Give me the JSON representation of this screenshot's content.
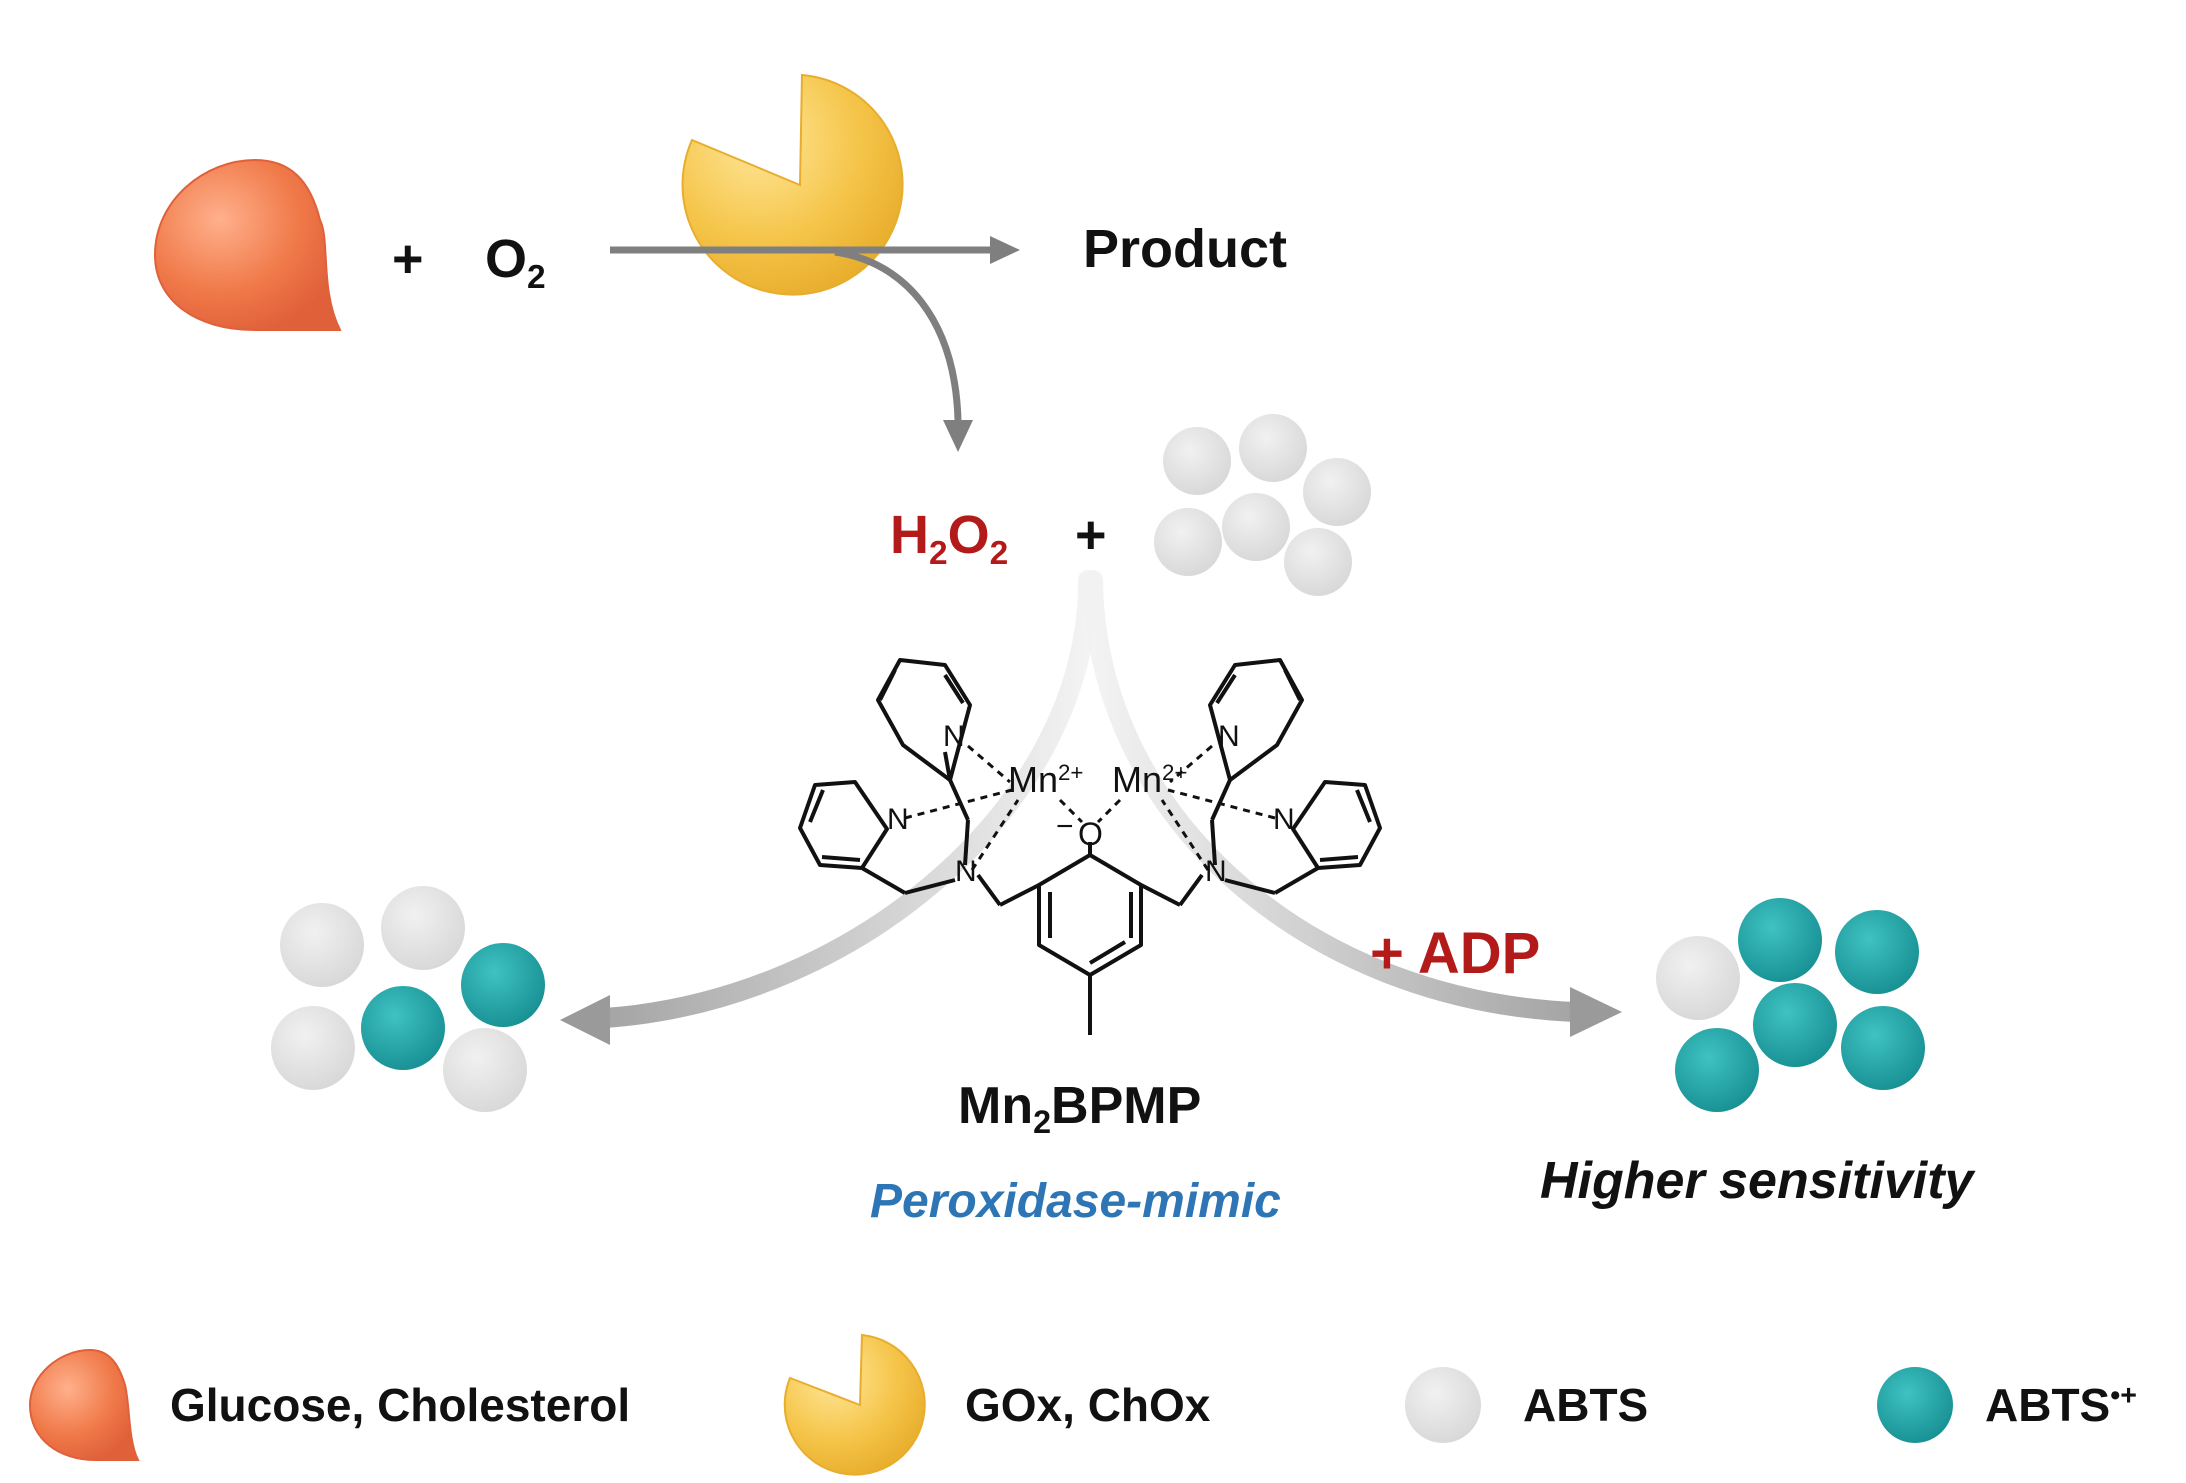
{
  "scheme": {
    "reaction1": {
      "plus": "+",
      "oxygen": "O",
      "oxygen_sub": "2",
      "product": "Product"
    },
    "reaction2": {
      "h2o2_a": "H",
      "h2o2_sub1": "2",
      "h2o2_b": "O",
      "h2o2_sub2": "2",
      "plus": "+"
    },
    "complex": {
      "name_a": "Mn",
      "name_sub": "2",
      "name_b": "BPMP",
      "role": "Peroxidase-mimic",
      "atoms": {
        "mn": "Mn",
        "charge": "2+",
        "oxygen": "O",
        "oxy_charge": "−",
        "nitrogen": "N"
      }
    },
    "additive": "+ ADP",
    "outcome": "Higher sensitivity"
  },
  "legend": [
    {
      "icon": "substrate-drop-icon",
      "label": "Glucose, Cholesterol"
    },
    {
      "icon": "enzyme-pacman-icon",
      "label": "GOx, ChOx"
    },
    {
      "icon": "abts-circle-icon",
      "label": "ABTS"
    },
    {
      "icon": "abts-radical-circle-icon",
      "label": "ABTS",
      "label_sup": "•+"
    }
  ],
  "colors": {
    "substrate": "#f07a4a",
    "enzyme": "#f5c54a",
    "abts": "#e2e2e2",
    "abts_radical": "#23a7a9",
    "arrow": "#7f7f7f",
    "accent_red": "#b31b1b",
    "accent_blue": "#2e75b6"
  }
}
